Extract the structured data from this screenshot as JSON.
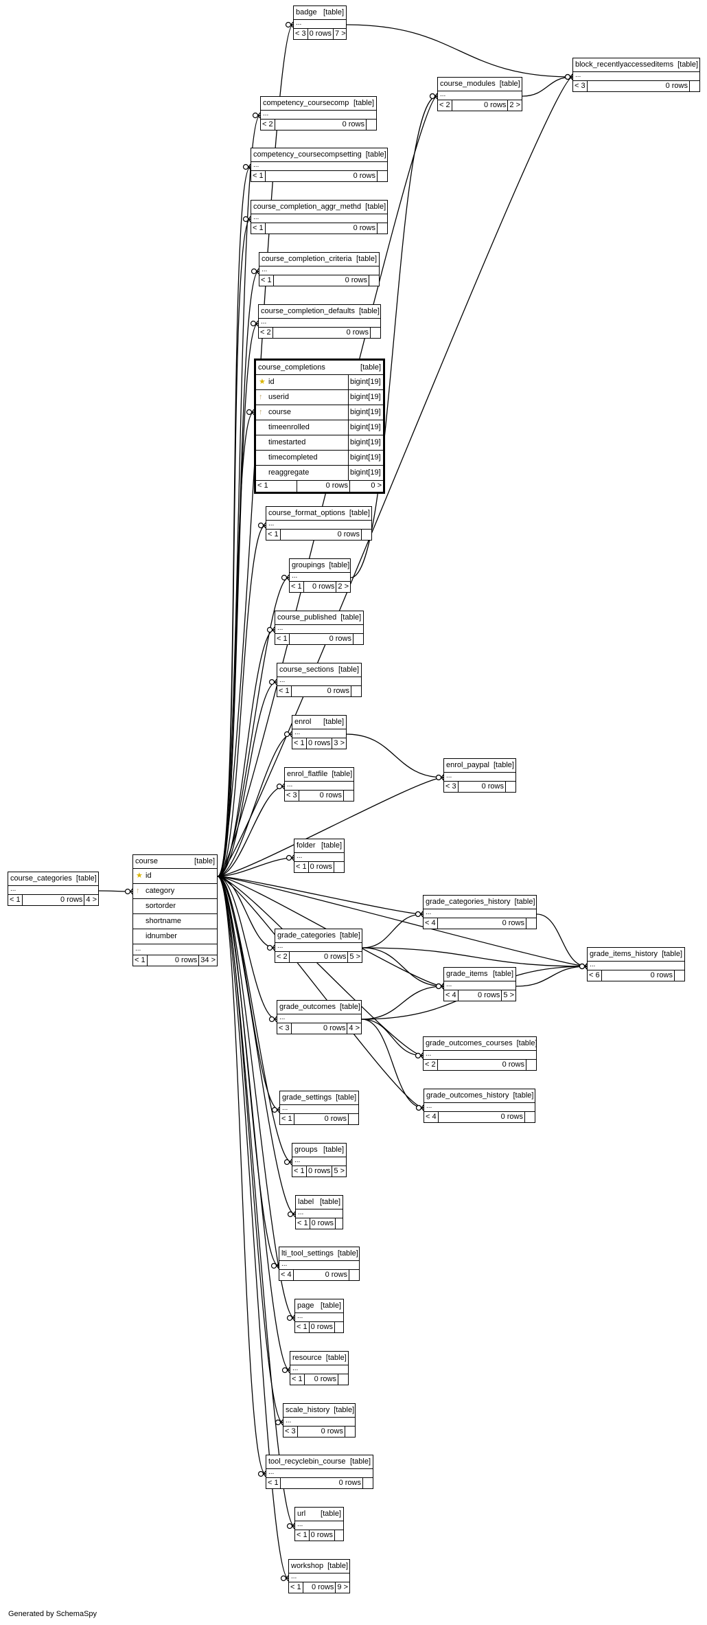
{
  "generator": "Generated by SchemaSpy",
  "tables": [
    {
      "id": "badge",
      "name": "badge",
      "kind": "[table]",
      "parents": "< 3",
      "rows": "0 rows",
      "children": "7 >"
    },
    {
      "id": "block_recentlyaccesseditems",
      "name": "block_recentlyaccesseditems",
      "kind": "[table]",
      "parents": "< 3",
      "rows": "0 rows",
      "children": ""
    },
    {
      "id": "course_modules",
      "name": "course_modules",
      "kind": "[table]",
      "parents": "< 2",
      "rows": "0 rows",
      "children": "2 >"
    },
    {
      "id": "competency_coursecomp",
      "name": "competency_coursecomp",
      "kind": "[table]",
      "parents": "< 2",
      "rows": "0 rows",
      "children": ""
    },
    {
      "id": "competency_coursecompsetting",
      "name": "competency_coursecompsetting",
      "kind": "[table]",
      "parents": "< 1",
      "rows": "0 rows",
      "children": ""
    },
    {
      "id": "course_completion_aggr_methd",
      "name": "course_completion_aggr_methd",
      "kind": "[table]",
      "parents": "< 1",
      "rows": "0 rows",
      "children": ""
    },
    {
      "id": "course_completion_criteria",
      "name": "course_completion_criteria",
      "kind": "[table]",
      "parents": "< 1",
      "rows": "0 rows",
      "children": ""
    },
    {
      "id": "course_completion_defaults",
      "name": "course_completion_defaults",
      "kind": "[table]",
      "parents": "< 2",
      "rows": "0 rows",
      "children": ""
    },
    {
      "id": "course_format_options",
      "name": "course_format_options",
      "kind": "[table]",
      "parents": "< 1",
      "rows": "0 rows",
      "children": ""
    },
    {
      "id": "groupings",
      "name": "groupings",
      "kind": "[table]",
      "parents": "< 1",
      "rows": "0 rows",
      "children": "2 >"
    },
    {
      "id": "course_published",
      "name": "course_published",
      "kind": "[table]",
      "parents": "< 1",
      "rows": "0 rows",
      "children": ""
    },
    {
      "id": "course_sections",
      "name": "course_sections",
      "kind": "[table]",
      "parents": "< 1",
      "rows": "0 rows",
      "children": ""
    },
    {
      "id": "enrol",
      "name": "enrol",
      "kind": "[table]",
      "parents": "< 1",
      "rows": "0 rows",
      "children": "3 >"
    },
    {
      "id": "enrol_flatfile",
      "name": "enrol_flatfile",
      "kind": "[table]",
      "parents": "< 3",
      "rows": "0 rows",
      "children": ""
    },
    {
      "id": "enrol_paypal",
      "name": "enrol_paypal",
      "kind": "[table]",
      "parents": "< 3",
      "rows": "0 rows",
      "children": ""
    },
    {
      "id": "folder",
      "name": "folder",
      "kind": "[table]",
      "parents": "< 1",
      "rows": "0 rows",
      "children": ""
    },
    {
      "id": "course_categories",
      "name": "course_categories",
      "kind": "[table]",
      "parents": "< 1",
      "rows": "0 rows",
      "children": "4 >"
    },
    {
      "id": "grade_categories_history",
      "name": "grade_categories_history",
      "kind": "[table]",
      "parents": "< 4",
      "rows": "0 rows",
      "children": ""
    },
    {
      "id": "grade_items_history",
      "name": "grade_items_history",
      "kind": "[table]",
      "parents": "< 6",
      "rows": "0 rows",
      "children": ""
    },
    {
      "id": "grade_categories",
      "name": "grade_categories",
      "kind": "[table]",
      "parents": "< 2",
      "rows": "0 rows",
      "children": "5 >"
    },
    {
      "id": "grade_items",
      "name": "grade_items",
      "kind": "[table]",
      "parents": "< 4",
      "rows": "0 rows",
      "children": "5 >"
    },
    {
      "id": "grade_outcomes",
      "name": "grade_outcomes",
      "kind": "[table]",
      "parents": "< 3",
      "rows": "0 rows",
      "children": "4 >"
    },
    {
      "id": "grade_outcomes_courses",
      "name": "grade_outcomes_courses",
      "kind": "[table]",
      "parents": "< 2",
      "rows": "0 rows",
      "children": ""
    },
    {
      "id": "grade_outcomes_history",
      "name": "grade_outcomes_history",
      "kind": "[table]",
      "parents": "< 4",
      "rows": "0 rows",
      "children": ""
    },
    {
      "id": "grade_settings",
      "name": "grade_settings",
      "kind": "[table]",
      "parents": "< 1",
      "rows": "0 rows",
      "children": ""
    },
    {
      "id": "groups",
      "name": "groups",
      "kind": "[table]",
      "parents": "< 1",
      "rows": "0 rows",
      "children": "5 >"
    },
    {
      "id": "label",
      "name": "label",
      "kind": "[table]",
      "parents": "< 1",
      "rows": "0 rows",
      "children": ""
    },
    {
      "id": "lti_tool_settings",
      "name": "lti_tool_settings",
      "kind": "[table]",
      "parents": "< 4",
      "rows": "0 rows",
      "children": ""
    },
    {
      "id": "page",
      "name": "page",
      "kind": "[table]",
      "parents": "< 1",
      "rows": "0 rows",
      "children": ""
    },
    {
      "id": "resource",
      "name": "resource",
      "kind": "[table]",
      "parents": "< 1",
      "rows": "0 rows",
      "children": ""
    },
    {
      "id": "scale_history",
      "name": "scale_history",
      "kind": "[table]",
      "parents": "< 3",
      "rows": "0 rows",
      "children": ""
    },
    {
      "id": "tool_recyclebin_course",
      "name": "tool_recyclebin_course",
      "kind": "[table]",
      "parents": "< 1",
      "rows": "0 rows",
      "children": ""
    },
    {
      "id": "url",
      "name": "url",
      "kind": "[table]",
      "parents": "< 1",
      "rows": "0 rows",
      "children": ""
    },
    {
      "id": "workshop",
      "name": "workshop",
      "kind": "[table]",
      "parents": "< 1",
      "rows": "0 rows",
      "children": "9 >"
    }
  ],
  "course": {
    "name": "course",
    "kind": "[table]",
    "columns": [
      {
        "name": "id",
        "key": "pk"
      },
      {
        "name": "category",
        "key": "fk"
      },
      {
        "name": "sortorder",
        "key": ""
      },
      {
        "name": "shortname",
        "key": ""
      },
      {
        "name": "idnumber",
        "key": ""
      }
    ],
    "ellipsis": "...",
    "parents": "< 1",
    "rows": "0 rows",
    "children": "34 >"
  },
  "course_completions": {
    "name": "course_completions",
    "kind": "[table]",
    "columns": [
      {
        "name": "id",
        "type": "bigint[19]",
        "key": "pk"
      },
      {
        "name": "userid",
        "type": "bigint[19]",
        "key": "fk"
      },
      {
        "name": "course",
        "type": "bigint[19]",
        "key": "fk"
      },
      {
        "name": "timeenrolled",
        "type": "bigint[19]",
        "key": ""
      },
      {
        "name": "timestarted",
        "type": "bigint[19]",
        "key": ""
      },
      {
        "name": "timecompleted",
        "type": "bigint[19]",
        "key": ""
      },
      {
        "name": "reaggregate",
        "type": "bigint[19]",
        "key": ""
      }
    ],
    "parents": "< 1",
    "rows": "0 rows",
    "children": "0 >"
  },
  "ellipsis": "...",
  "icons": {
    "primary_key": "key-icon",
    "foreign_key": "foreign-key-icon"
  }
}
